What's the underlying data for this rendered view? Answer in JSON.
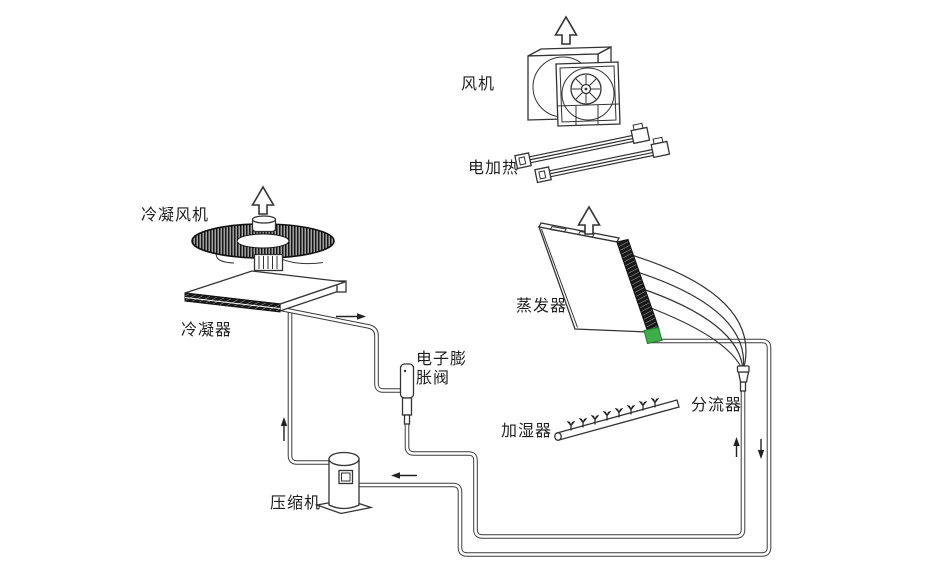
{
  "diagram": {
    "labels": {
      "fan": "风机",
      "electric_heater": "电加热",
      "condenser_fan": "冷凝风机",
      "condenser": "冷凝器",
      "eev_line1": "电子膨",
      "eev_line2": "胀阀",
      "evaporator": "蒸发器",
      "humidifier": "加湿器",
      "distributor": "分流器",
      "compressor": "压缩机"
    },
    "colors": {
      "line": "#3b3b3b",
      "background": "#ffffff",
      "fin_dark": "#191919",
      "connector_green": "#3fae4a",
      "text": "#1f1f1f"
    },
    "airflow_arrows": [
      {
        "at": "fan",
        "direction": "up"
      },
      {
        "at": "condenser_fan",
        "direction": "up"
      },
      {
        "at": "evaporator",
        "direction": "up"
      }
    ],
    "refrigerant_flow_arrows": [
      {
        "at": "compressor_to_condenser",
        "direction": "up"
      },
      {
        "at": "condenser_to_expansion_valve",
        "direction": "right"
      },
      {
        "at": "suction_into_compressor",
        "direction": "left"
      },
      {
        "at": "liquid_to_distributor",
        "direction": "up"
      },
      {
        "at": "evaporator_suction_down",
        "direction": "down"
      }
    ]
  }
}
